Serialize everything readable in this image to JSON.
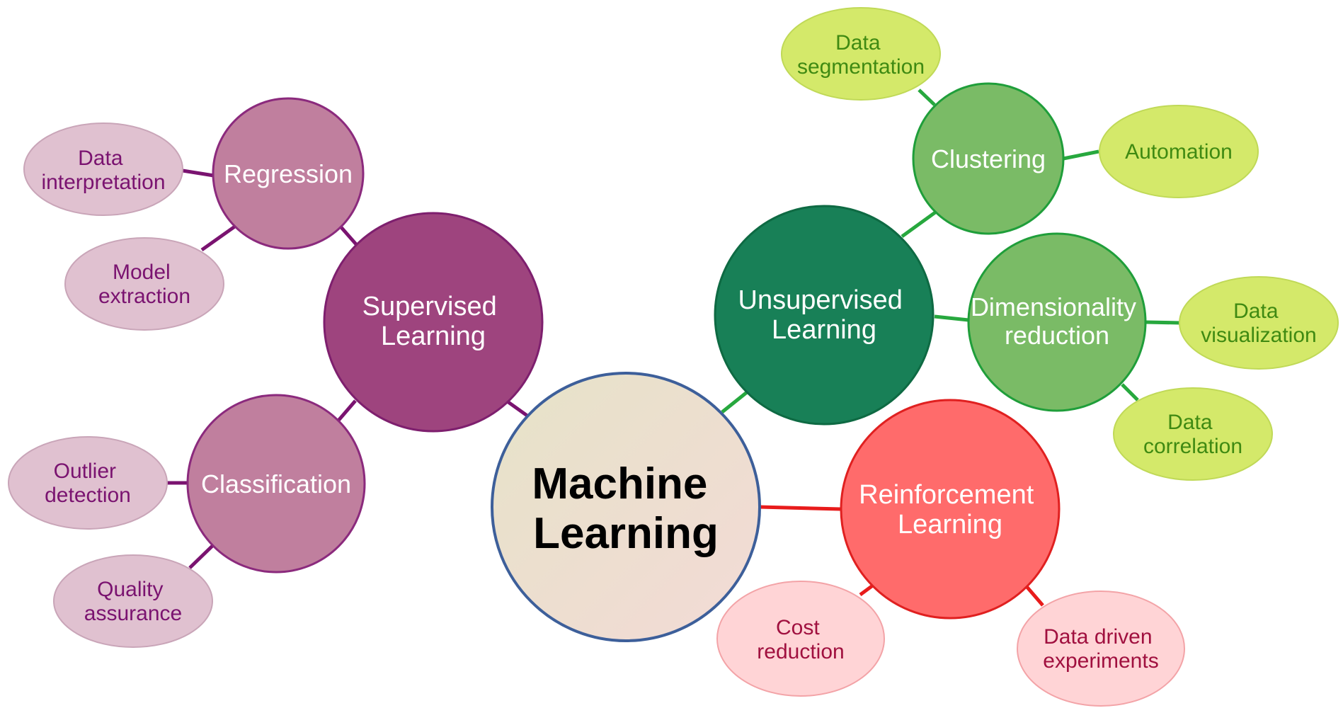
{
  "colors": {
    "supervised": {
      "hub_fill": "#9E447E",
      "hub_stroke": "#7E1F6E",
      "mid_fill": "#C07F9E",
      "mid_stroke": "#8B2A7D",
      "leaf_fill": "#E0C1D0",
      "leaf_stroke": "#C9A5B8",
      "leaf_text": "#7A1370",
      "line": "#7A1370"
    },
    "unsupervised": {
      "hub_fill": "#188057",
      "hub_stroke": "#0E6A43",
      "mid_fill": "#7ABB66",
      "mid_stroke": "#1F9E3A",
      "leaf_fill": "#D4E96A",
      "leaf_stroke": "#C0D957",
      "leaf_text": "#3F8A12",
      "line": "#27A83E"
    },
    "reinforcement": {
      "hub_fill": "#FF6B6B",
      "hub_stroke": "#E02020",
      "leaf_fill": "#FFD4D6",
      "leaf_stroke": "#F3A3A7",
      "leaf_text": "#A0103F",
      "line": "#E81B1B"
    },
    "center": {
      "fill_a": "#E6E3C8",
      "fill_b": "#F3DAD6",
      "stroke": "#3D5F9A"
    }
  },
  "center": {
    "line1": "Machine",
    "line2": "Learning"
  },
  "supervised": {
    "line1": "Supervised",
    "line2": "Learning",
    "regression": {
      "label": "Regression",
      "leaves": [
        {
          "line1": "Data",
          "line2": "interpretation"
        },
        {
          "line1": "Model",
          "line2": "extraction"
        }
      ]
    },
    "classification": {
      "label": "Classification",
      "leaves": [
        {
          "line1": "Outlier",
          "line2": "detection"
        },
        {
          "line1": "Quality",
          "line2": "assurance"
        }
      ]
    }
  },
  "unsupervised": {
    "line1": "Unsupervised",
    "line2": "Learning",
    "clustering": {
      "label": "Clustering",
      "leaves": [
        {
          "line1": "Data",
          "line2": "segmentation"
        },
        {
          "line1": "Automation"
        }
      ]
    },
    "dimensionality": {
      "line1": "Dimensionality",
      "line2": "reduction",
      "leaves": [
        {
          "line1": "Data",
          "line2": "visualization"
        },
        {
          "line1": "Data",
          "line2": "correlation"
        }
      ]
    }
  },
  "reinforcement": {
    "line1": "Reinforcement",
    "line2": "Learning",
    "leaves": [
      {
        "line1": "Cost",
        "line2": "reduction"
      },
      {
        "line1": "Data driven",
        "line2": "experiments"
      }
    ]
  }
}
